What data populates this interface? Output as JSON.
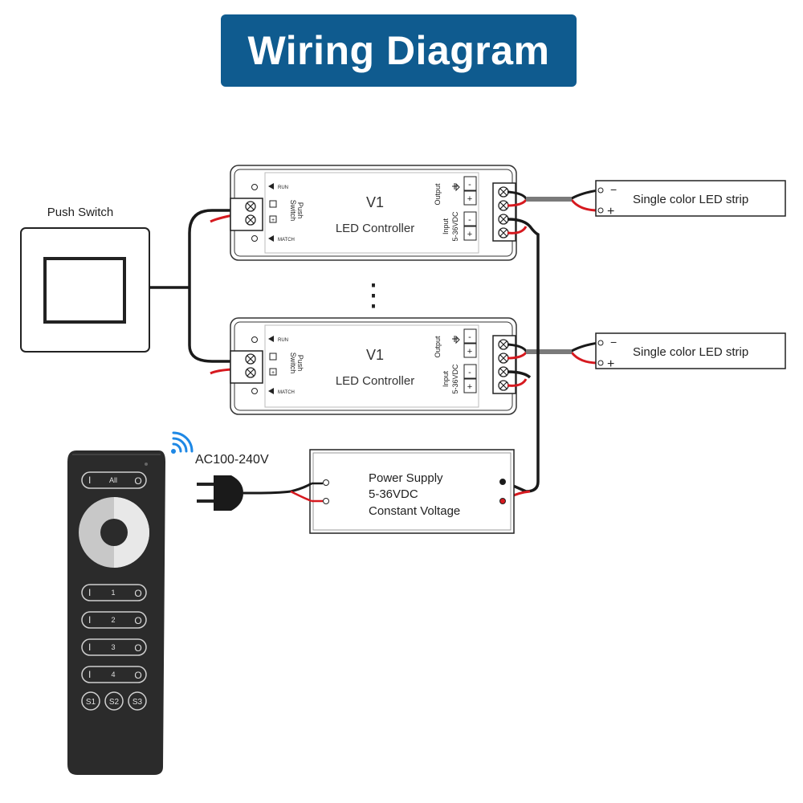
{
  "title": "Wiring Diagram",
  "push_switch": {
    "label": "Push Switch"
  },
  "controllers": [
    {
      "name": "V1",
      "subtitle": "LED Controller",
      "run_label": "RUN",
      "match_label": "MATCH",
      "push_label_1": "Push",
      "push_label_2": "Switch",
      "output_label": "Output",
      "input_label_1": "Input",
      "input_label_2": "5-36VDC",
      "term_minus": "-",
      "term_plus": "+"
    },
    {
      "name": "V1",
      "subtitle": "LED Controller",
      "run_label": "RUN",
      "match_label": "MATCH",
      "push_label_1": "Push",
      "push_label_2": "Switch",
      "output_label": "Output",
      "input_label_1": "Input",
      "input_label_2": "5-36VDC",
      "term_minus": "-",
      "term_plus": "+"
    }
  ],
  "led_strips": [
    {
      "label": "Single color LED strip",
      "minus": "−",
      "plus": "+"
    },
    {
      "label": "Single color LED strip",
      "minus": "−",
      "plus": "+"
    }
  ],
  "ellipsis": "⋮",
  "ac_label": "AC100-240V",
  "power_supply": {
    "line1": "Power Supply",
    "line2": "5-36VDC",
    "line3": "Constant Voltage"
  },
  "remote": {
    "all_label": "All",
    "zones": [
      "1",
      "2",
      "3",
      "4"
    ],
    "on_symbol": "I",
    "off_symbol": "O",
    "scenes": [
      "S1",
      "S2",
      "S3"
    ]
  },
  "colors": {
    "title_bg": "#0f5b8f",
    "wire_black": "#1a1a1a",
    "wire_red": "#d6191f",
    "wire_gray": "#7a7a7a",
    "remote_body": "#2b2b2b",
    "wireless_icon": "#1e88e5"
  }
}
